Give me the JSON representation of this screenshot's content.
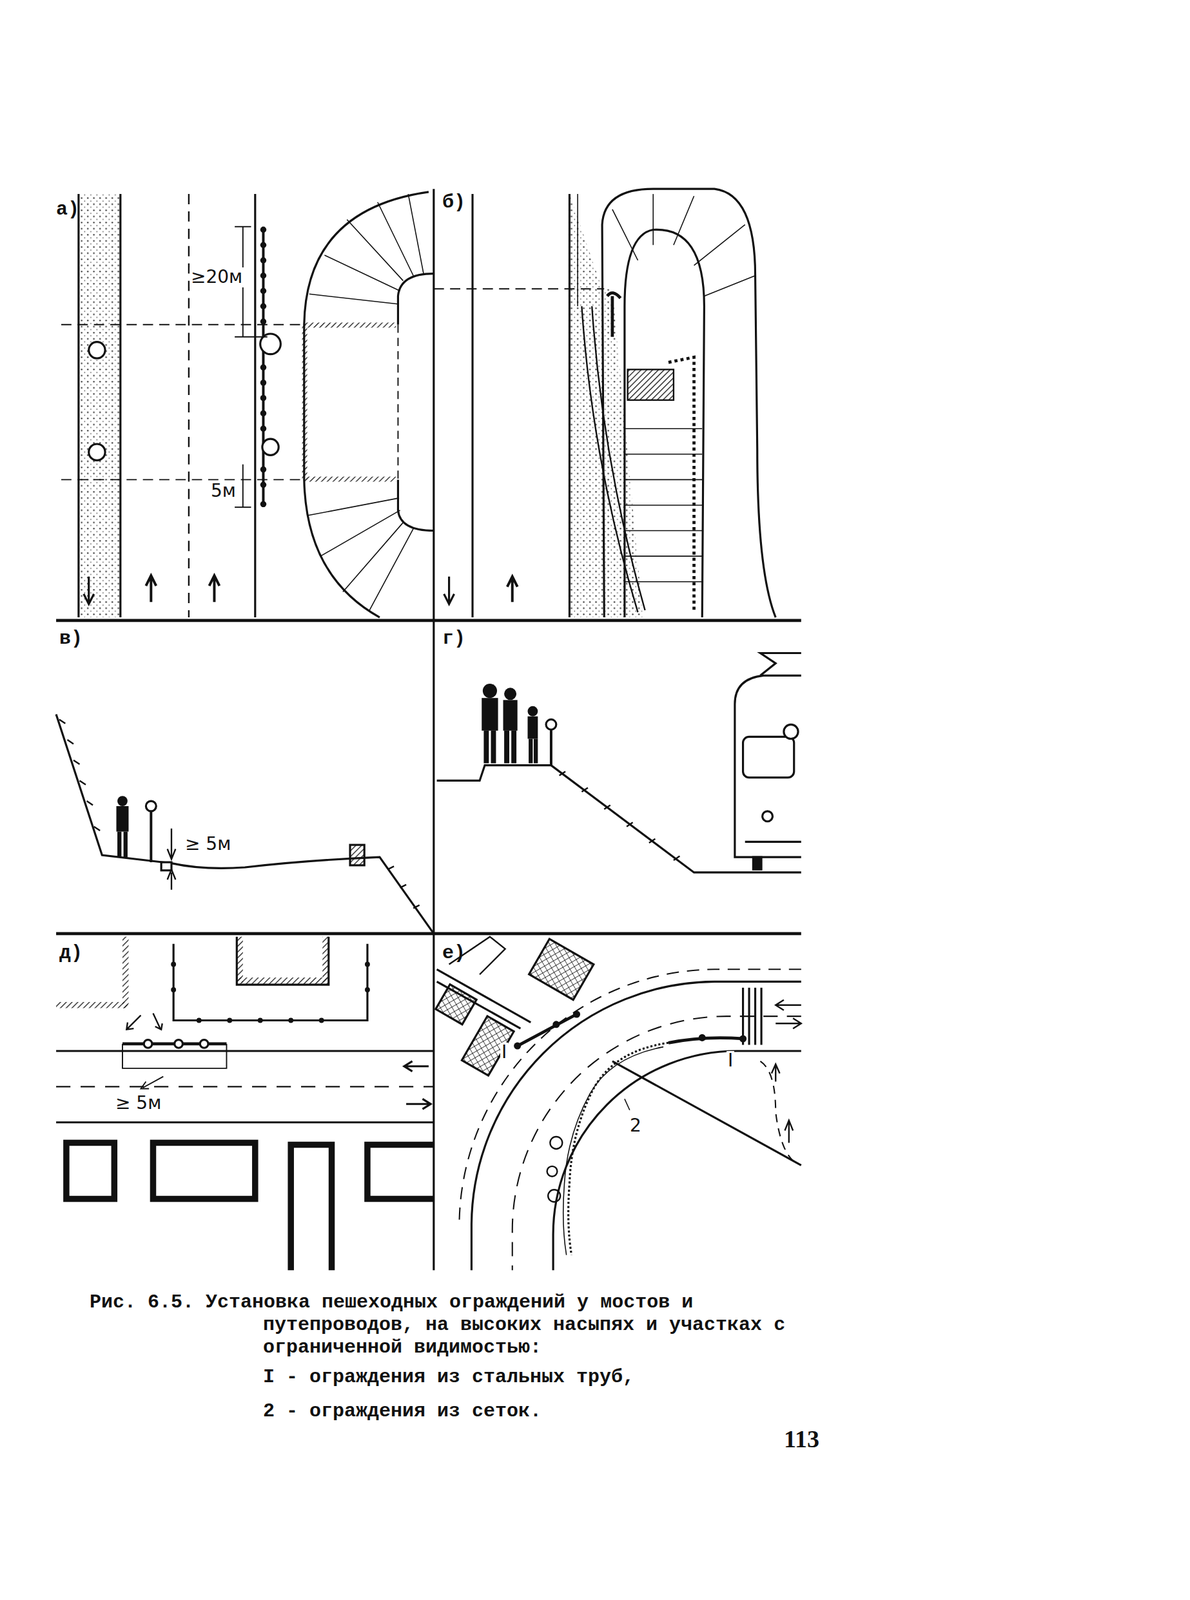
{
  "diagram": {
    "caption": "Рис. 6.5. Установка пешеходных ограждений у мостов и путепроводов, на высоких насыпях и участках с ограниченной видимостью:",
    "labels": [
      "а)",
      "б)",
      "в)",
      "г)",
      "д)",
      "е)",
      "≥20м",
      "5м",
      "≥ 5м",
      "≥ 5м",
      "I",
      "I",
      "2",
      "I - ограждения из стальных труб,",
      "2 - ограждения из сеток.",
      "113"
    ]
  }
}
